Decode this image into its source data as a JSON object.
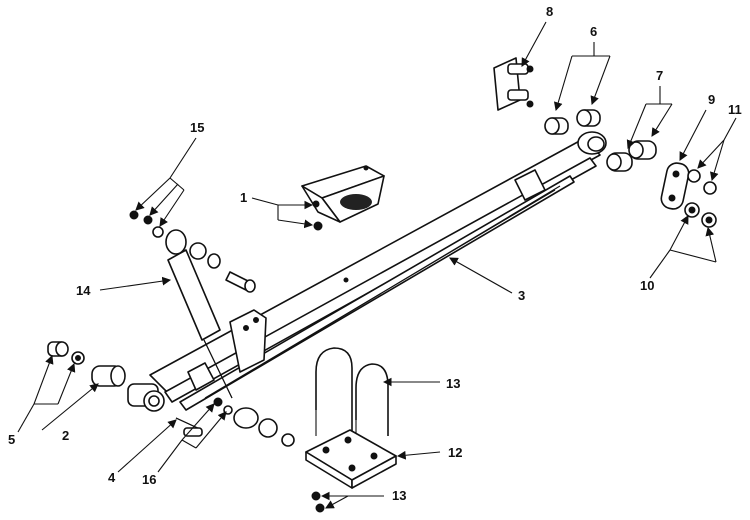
{
  "callouts": [
    {
      "id": "c1",
      "text": "1"
    },
    {
      "id": "c2",
      "text": "2"
    },
    {
      "id": "c3",
      "text": "3"
    },
    {
      "id": "c4",
      "text": "4"
    },
    {
      "id": "c5",
      "text": "5"
    },
    {
      "id": "c6a",
      "text": "6"
    },
    {
      "id": "c7",
      "text": "7"
    },
    {
      "id": "c8",
      "text": "8"
    },
    {
      "id": "c9",
      "text": "9"
    },
    {
      "id": "c10",
      "text": "10"
    },
    {
      "id": "c11",
      "text": "11"
    },
    {
      "id": "c12",
      "text": "12"
    },
    {
      "id": "c13a",
      "text": "13"
    },
    {
      "id": "c13b",
      "text": "13"
    },
    {
      "id": "c14",
      "text": "14"
    },
    {
      "id": "c15",
      "text": "15"
    },
    {
      "id": "c16",
      "text": "16"
    }
  ],
  "colors": {
    "ink": "#111111",
    "paper": "#ffffff"
  }
}
